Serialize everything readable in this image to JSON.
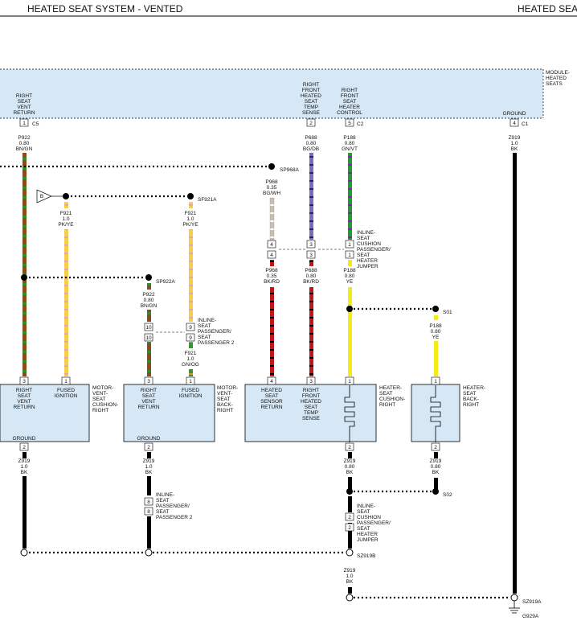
{
  "header": {
    "title_left": "HEATED SEAT SYSTEM - VENTED",
    "title_right": "HEATED SEAT"
  },
  "module": {
    "label": [
      "MODULE-",
      "HEATED",
      "SEATS"
    ],
    "connectors": {
      "c5": "C5",
      "c2": "C2",
      "c1": "C1"
    },
    "pins": [
      {
        "pin": "1",
        "lines": [
          "RIGHT",
          "SEAT",
          "VENT",
          "RETURN"
        ]
      },
      {
        "pin": "2",
        "lines": [
          "RIGHT",
          "FRONT",
          "HEATED",
          "SEAT",
          "TEMP",
          "SENSE"
        ]
      },
      {
        "pin": "5",
        "lines": [
          "RIGHT",
          "FRONT",
          "SEAT",
          "HEATER",
          "CONTROL"
        ]
      },
      {
        "pin": "4",
        "lines": [
          "GROUND"
        ]
      }
    ]
  },
  "wires": {
    "p922": [
      "P922",
      "0.80",
      "BN/GN"
    ],
    "p688_top": [
      "P688",
      "0.80",
      "BG/DB"
    ],
    "p188_top": [
      "P188",
      "0.80",
      "GN/VT"
    ],
    "z919_c1": [
      "Z919",
      "1.0",
      "BK"
    ],
    "p968_top": [
      "P968",
      "0.35",
      "BG/WH"
    ],
    "f921_a": [
      "F921",
      "1.0",
      "PK/YE"
    ],
    "f921_b": [
      "F921",
      "1.0",
      "PK/YE"
    ],
    "p968_bot": [
      "P968",
      "0.35",
      "BK/RD"
    ],
    "p688_bot": [
      "P688",
      "0.80",
      "BK/RD"
    ],
    "p188_mid": [
      "P188",
      "0.80",
      "YE"
    ],
    "p922_b": [
      "P922",
      "0.80",
      "BN/GN"
    ],
    "p188_s01": [
      "P188",
      "0.80",
      "YE"
    ],
    "f921_c": [
      "F921",
      "1.0",
      "GN/OG"
    ],
    "z919_m1": [
      "Z919",
      "1.0",
      "BK"
    ],
    "z919_m2": [
      "Z919",
      "1.0",
      "BK"
    ],
    "z919_h1": [
      "Z919",
      "0.80",
      "BK"
    ],
    "z919_h2": [
      "Z919",
      "0.80",
      "BK"
    ],
    "z919_bot": [
      "Z919",
      "1.0",
      "BK"
    ]
  },
  "splices": {
    "sp968a": "SP968A",
    "sf921a": "SF921A",
    "sp922a": "SP922A",
    "s01": "S01",
    "s02": "S02",
    "sz919b": "SZ919B",
    "sz919a": "SZ919A",
    "g929a": "G929A",
    "b_ref": "B"
  },
  "inline": {
    "cushion_jumper": [
      "INLINE-",
      "SEAT",
      "CUSHION",
      "PASSENGER/",
      "SEAT",
      "HEATER",
      "JUMPER"
    ],
    "passenger2": [
      "INLINE-",
      "SEAT",
      "PASSENGER/",
      "SEAT",
      "PASSENGER 2"
    ],
    "passenger2_b": [
      "INLINE-",
      "SEAT",
      "PASSENGER/",
      "SEAT",
      "PASSENGER 2"
    ],
    "cushion_jumper_b": [
      "INLINE-",
      "SEAT",
      "CUSHION",
      "PASSENGER/",
      "SEAT",
      "HEATER",
      "JUMPER"
    ]
  },
  "components": {
    "m1": {
      "label": [
        "MOTOR-",
        "VENT-",
        "SEAT",
        "CUSHION-",
        "RIGHT"
      ],
      "left": [
        "RIGHT",
        "SEAT",
        "VENT",
        "RETURN"
      ],
      "right": [
        "FUSED",
        "IGNITION"
      ],
      "ground": "GROUND"
    },
    "m2": {
      "label": [
        "MOTOR-",
        "VENT-",
        "SEAT",
        "BACK-",
        "RIGHT"
      ],
      "left": [
        "RIGHT",
        "SEAT",
        "VENT",
        "RETURN"
      ],
      "right": [
        "FUSED",
        "IGNITION"
      ],
      "ground": "GROUND"
    },
    "h1": {
      "label": [
        "HEATER-",
        "SEAT",
        "CUSHION-",
        "RIGHT"
      ],
      "left": [
        "HEATED",
        "SEAT",
        "SENSOR",
        "RETURN"
      ],
      "right": [
        "RIGHT",
        "FRONT",
        "HEATED",
        "SEAT",
        "TEMP",
        "SENSE"
      ]
    },
    "h2": {
      "label": [
        "HEATER-",
        "SEAT",
        "BACK-",
        "RIGHT"
      ]
    }
  }
}
